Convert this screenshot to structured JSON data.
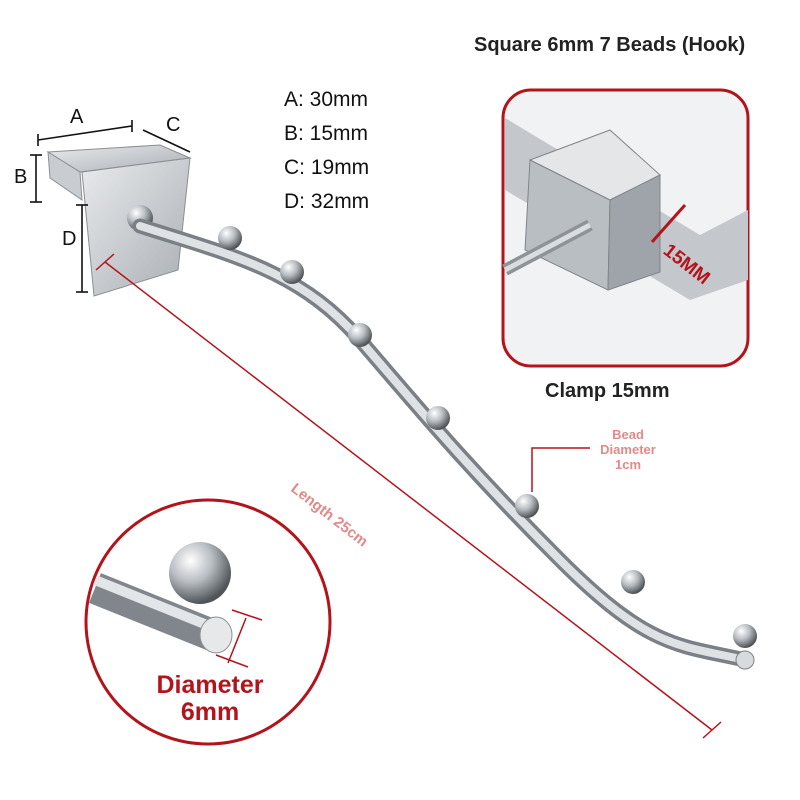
{
  "title": "Square 6mm 7 Beads (Hook)",
  "specs": [
    {
      "label": "A: 30mm"
    },
    {
      "label": "B: 15mm"
    },
    {
      "label": "C: 19mm"
    },
    {
      "label": "D: 32mm"
    }
  ],
  "dimension_letters": {
    "a": "A",
    "b": "B",
    "c": "C",
    "d": "D"
  },
  "clamp_caption": "Clamp 15mm",
  "clamp_measure": "15MM",
  "bead_note": {
    "line1": "Bead",
    "line2": "Diameter",
    "line3": "1cm"
  },
  "length_note": "Length 25cm",
  "diameter_note": {
    "line1": "Diameter",
    "line2": "6mm"
  },
  "colors": {
    "accent_red": "#b3141c",
    "light_red": "#e08a8a",
    "steel": "#c8ccd0"
  }
}
